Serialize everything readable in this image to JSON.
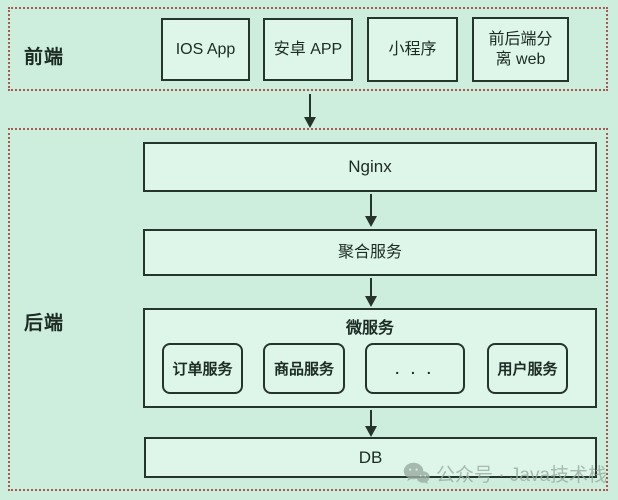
{
  "frontend": {
    "label": "前端",
    "boxes": [
      "IOS App",
      "安卓 APP",
      "小程序",
      "前后端分离 web"
    ]
  },
  "backend": {
    "label": "后端",
    "nginx": "Nginx",
    "aggregation": "聚合服务",
    "microservices": {
      "title": "微服务",
      "boxes": [
        "订单服务",
        "商品服务",
        ". . .",
        "用户服务"
      ]
    },
    "db": "DB"
  },
  "watermark": {
    "icon": "wechat-icon",
    "text": "公众号 · Java技术栈"
  },
  "colors": {
    "background": "#cdeedd",
    "box_fill": "#def6e9",
    "box_border": "#26352c",
    "section_border": "#a85a50",
    "text": "#1c2b23",
    "watermark": "#9aaca1"
  }
}
